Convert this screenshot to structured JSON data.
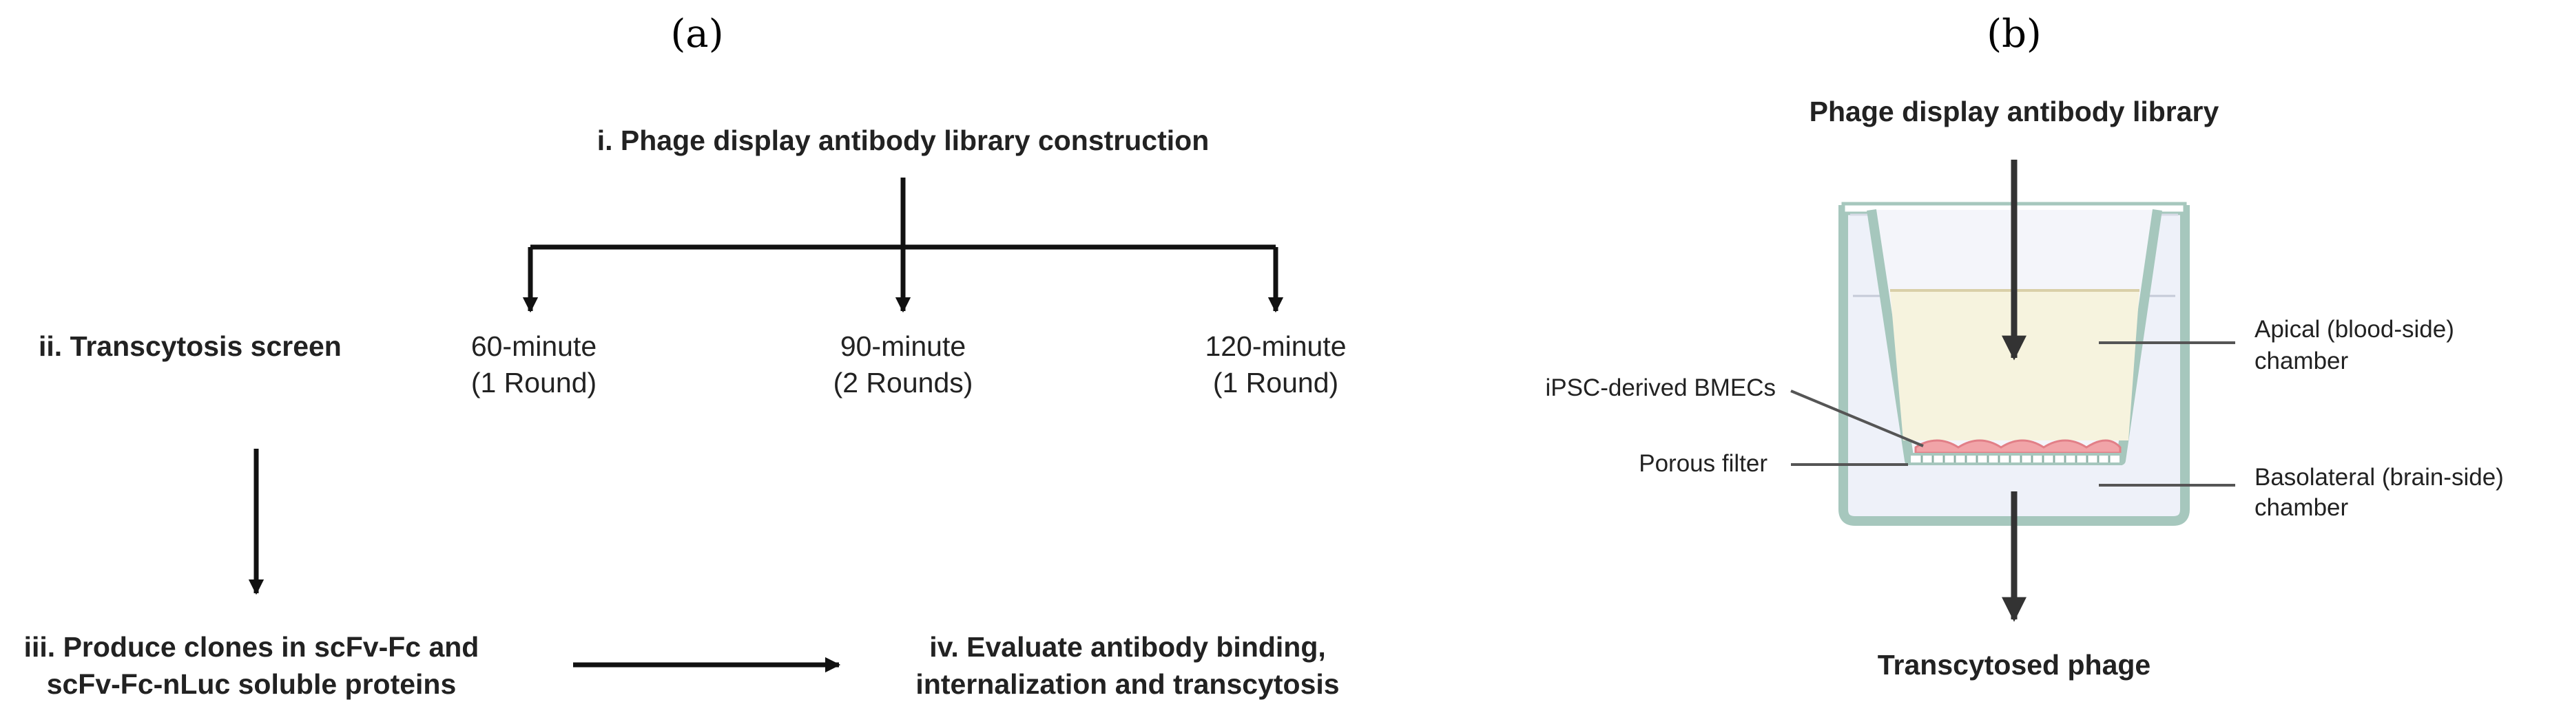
{
  "panel_a": {
    "label": "(a)",
    "step_i": "i. Phage display antibody library construction",
    "step_ii": "ii. Transcytosis screen",
    "conditions": [
      {
        "time": "60-minute",
        "rounds": "(1 Round)"
      },
      {
        "time": "90-minute",
        "rounds": "(2 Rounds)"
      },
      {
        "time": "120-minute",
        "rounds": "(1 Round)"
      }
    ],
    "step_iii": [
      "iii. Produce clones in scFv-Fc and",
      "scFv-Fc-nLuc soluble proteins"
    ],
    "step_iv": [
      "iv. Evaluate antibody binding,",
      "internalization and transcytosis"
    ]
  },
  "panel_b": {
    "label": "(b)",
    "top_label": "Phage display antibody library",
    "bottom_label": "Transcytosed phage",
    "apical": [
      "Apical (blood-side)",
      "chamber"
    ],
    "basolateral": [
      "Basolateral (brain-side)",
      "chamber"
    ],
    "cells": "iPSC-derived BMECs",
    "filter": "Porous filter"
  },
  "colors": {
    "text": "#222222",
    "apical_medium": "#f6f3de",
    "cell_layer": "#f1a4a8",
    "well_outline": "#a6c7bd",
    "basolateral_medium": "#eef1f9"
  }
}
